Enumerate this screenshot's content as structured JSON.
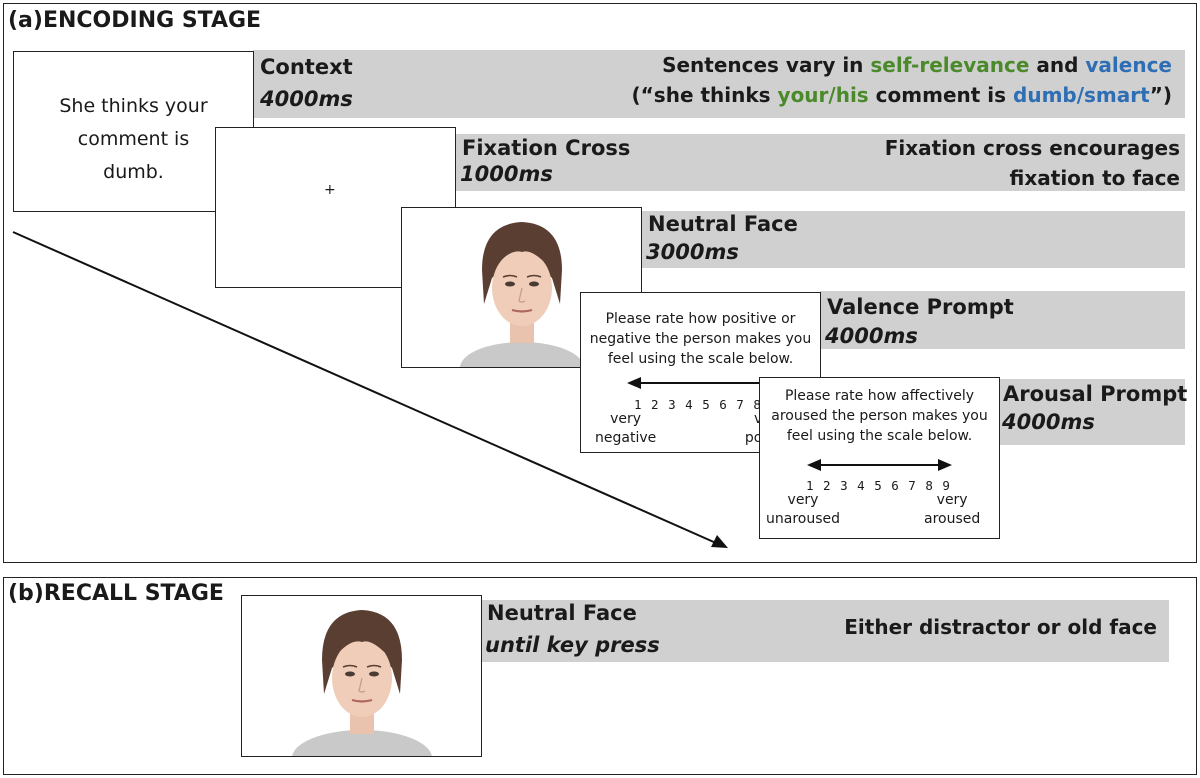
{
  "encoding": {
    "label": "(a)",
    "title": "ENCODING STAGE",
    "context": {
      "title": "Context",
      "duration": "4000ms",
      "screen_text_lines": [
        "She thinks your",
        "comment is",
        "dumb."
      ],
      "note_line1_a": "Sentences vary in ",
      "note_line1_b": "self-relevance",
      "note_line1_c": " and ",
      "note_line1_d": "valence",
      "note_line2_a": "(“she thinks ",
      "note_line2_b": "your/his",
      "note_line2_c": " comment is ",
      "note_line2_d": "dumb/smart",
      "note_line2_e": "”)"
    },
    "fixation": {
      "title": "Fixation Cross",
      "duration": "1000ms",
      "symbol": "+",
      "note_line1": "Fixation cross encourages",
      "note_line2": "fixation to face"
    },
    "neutral_face": {
      "title": "Neutral Face",
      "duration": "3000ms"
    },
    "valence": {
      "title": "Valence Prompt",
      "duration": "4000ms",
      "prompt_lines": [
        "Please rate how positive or",
        "negative the person makes you",
        "feel using the scale below."
      ],
      "scale": "1 2 3 4 5 6 7 8",
      "low_anchor_lines": [
        "very",
        "negative"
      ],
      "high_anchor_lines": [
        "v",
        "po"
      ]
    },
    "arousal": {
      "title": "Arousal Prompt",
      "duration": "4000ms",
      "prompt_lines": [
        "Please rate how affectively",
        "aroused the person makes you",
        "feel using the scale below."
      ],
      "scale": "1 2 3 4 5 6 7 8 9",
      "low_anchor_lines": [
        "very",
        "unaroused"
      ],
      "high_anchor_lines": [
        "very",
        "aroused"
      ]
    }
  },
  "recall": {
    "label": "(b)",
    "title": "RECALL STAGE",
    "face": {
      "title": "Neutral Face",
      "duration": "until key press",
      "note": "Either distractor or old face"
    }
  },
  "colors": {
    "bar": "#d0d0d0",
    "green": "#4a8a2a",
    "blue": "#2e6eb5"
  }
}
